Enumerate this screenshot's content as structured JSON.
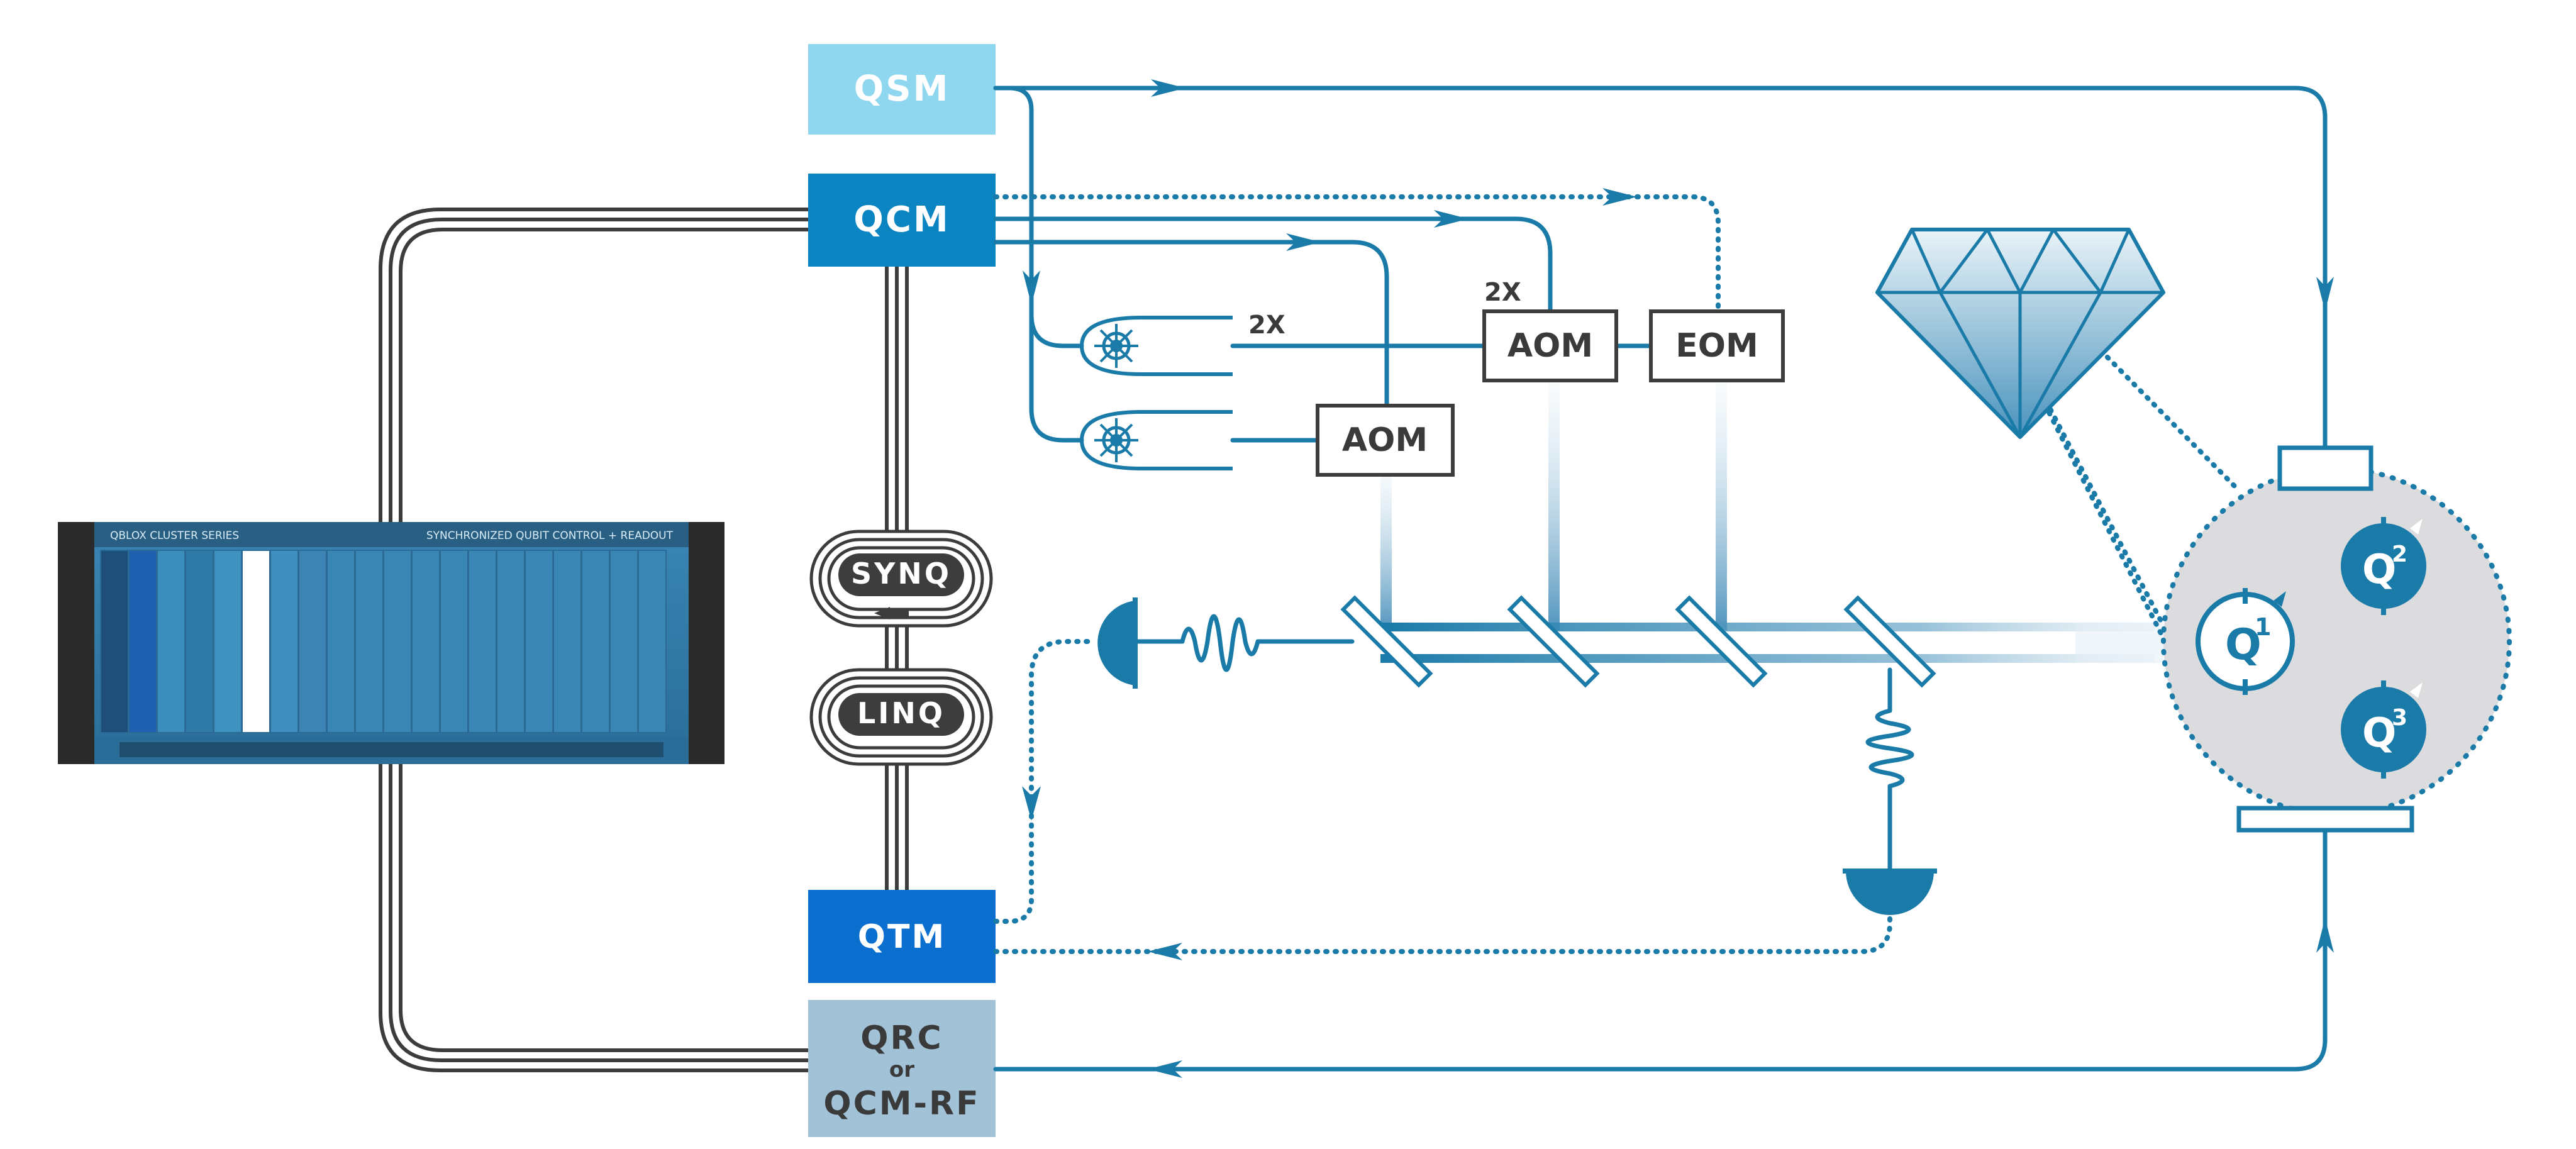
{
  "modules": {
    "qsm": "QSM",
    "qcm": "QCM",
    "qtm": "QTM",
    "qrc_line1": "QRC",
    "qrc_line2": "or",
    "qrc_line3": "QCM-RF"
  },
  "links": {
    "synq": "SYNQ",
    "linq": "LINQ"
  },
  "optics": {
    "aom_top": "AOM",
    "eom": "EOM",
    "aom_bottom": "AOM",
    "multiplier_aom": "2X",
    "multiplier_laser": "2X"
  },
  "qubits": {
    "q1_base": "Q",
    "q1_sup": "1",
    "q2_base": "Q",
    "q2_sup": "2",
    "q3_base": "Q",
    "q3_sup": "3"
  },
  "rack": {
    "brand": "QBLOX CLUSTER SERIES",
    "tagline": "SYNCHRONIZED QUBIT CONTROL + READOUT"
  },
  "colors": {
    "wire": "#1a7aa8",
    "qsm": "#8fd6ef",
    "qcm": "#0b84c2",
    "qtm": "#0a6fcf",
    "qrc": "#a2c2d8",
    "chamber": "#dcdcdf"
  }
}
